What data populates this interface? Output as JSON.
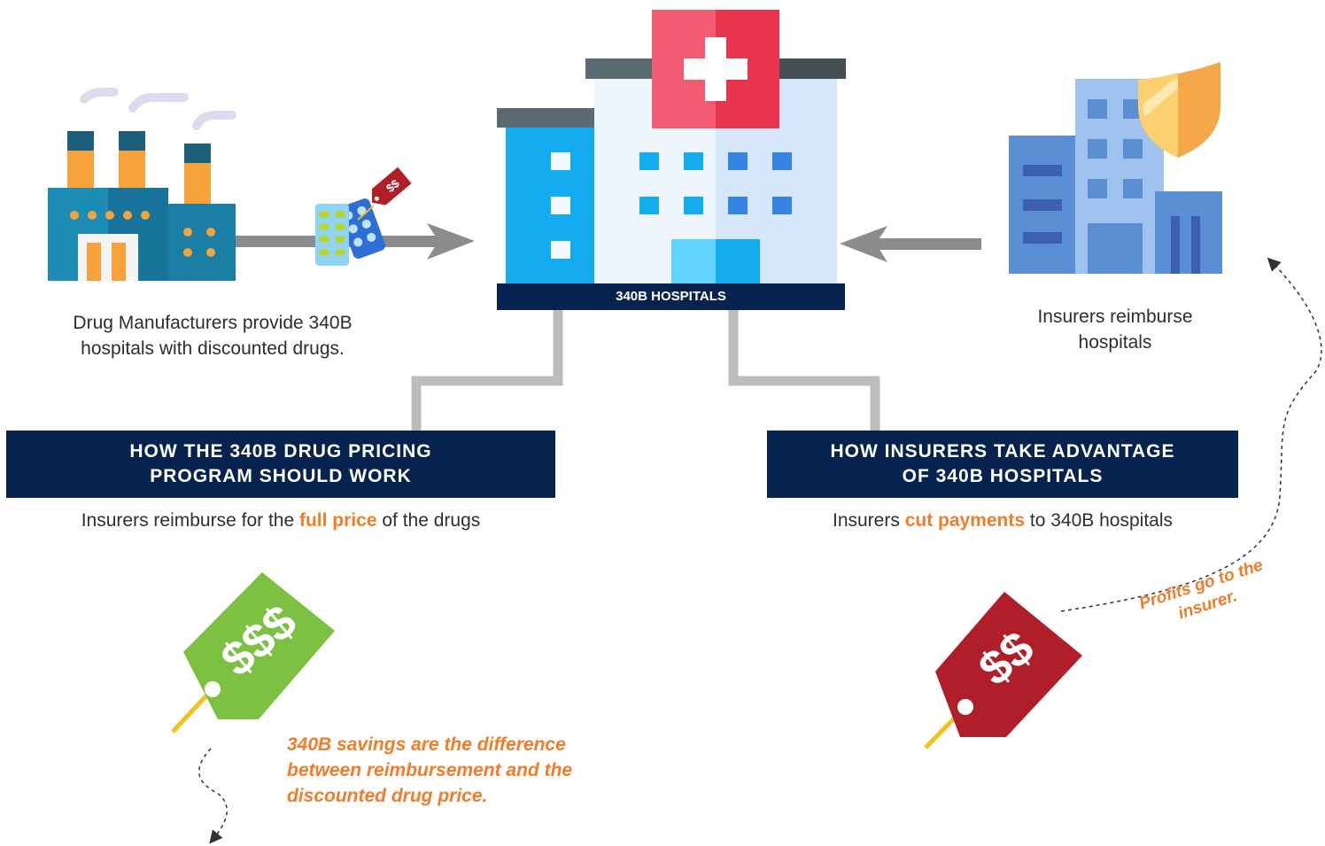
{
  "hospital": {
    "label": "340B HOSPITALS"
  },
  "manufacturer": {
    "caption_line1": "Drug Manufacturers provide 340B",
    "caption_line2": "hospitals with discounted drugs.",
    "tag_text": "$$"
  },
  "insurer": {
    "caption_line1": "Insurers reimburse",
    "caption_line2": "hospitals"
  },
  "left_panel": {
    "title_line1": "HOW THE 340B DRUG PRICING",
    "title_line2": "PROGRAM SHOULD WORK",
    "sub_before": "Insurers reimburse for the ",
    "sub_highlight": "full price",
    "sub_after": " of the drugs",
    "tag_text": "$$$",
    "note_line1": "340B savings are the difference",
    "note_line2": "between reimbursement and the",
    "note_line3": "discounted drug price."
  },
  "right_panel": {
    "title_line1": "HOW INSURERS TAKE ADVANTAGE",
    "title_line2": "OF 340B HOSPITALS",
    "sub_before": "Insurers ",
    "sub_highlight": "cut payments",
    "sub_after": " to 340B hospitals",
    "tag_text": "$$",
    "note_line1": "Profits go to the",
    "note_line2": "insurer."
  },
  "colors": {
    "navy": "#06234f",
    "orange": "#ef7d2a",
    "green_tag": "#7cc142",
    "red_tag": "#b01e2a",
    "connector": "#bdbdbd",
    "arrow": "#8c8c8c"
  }
}
